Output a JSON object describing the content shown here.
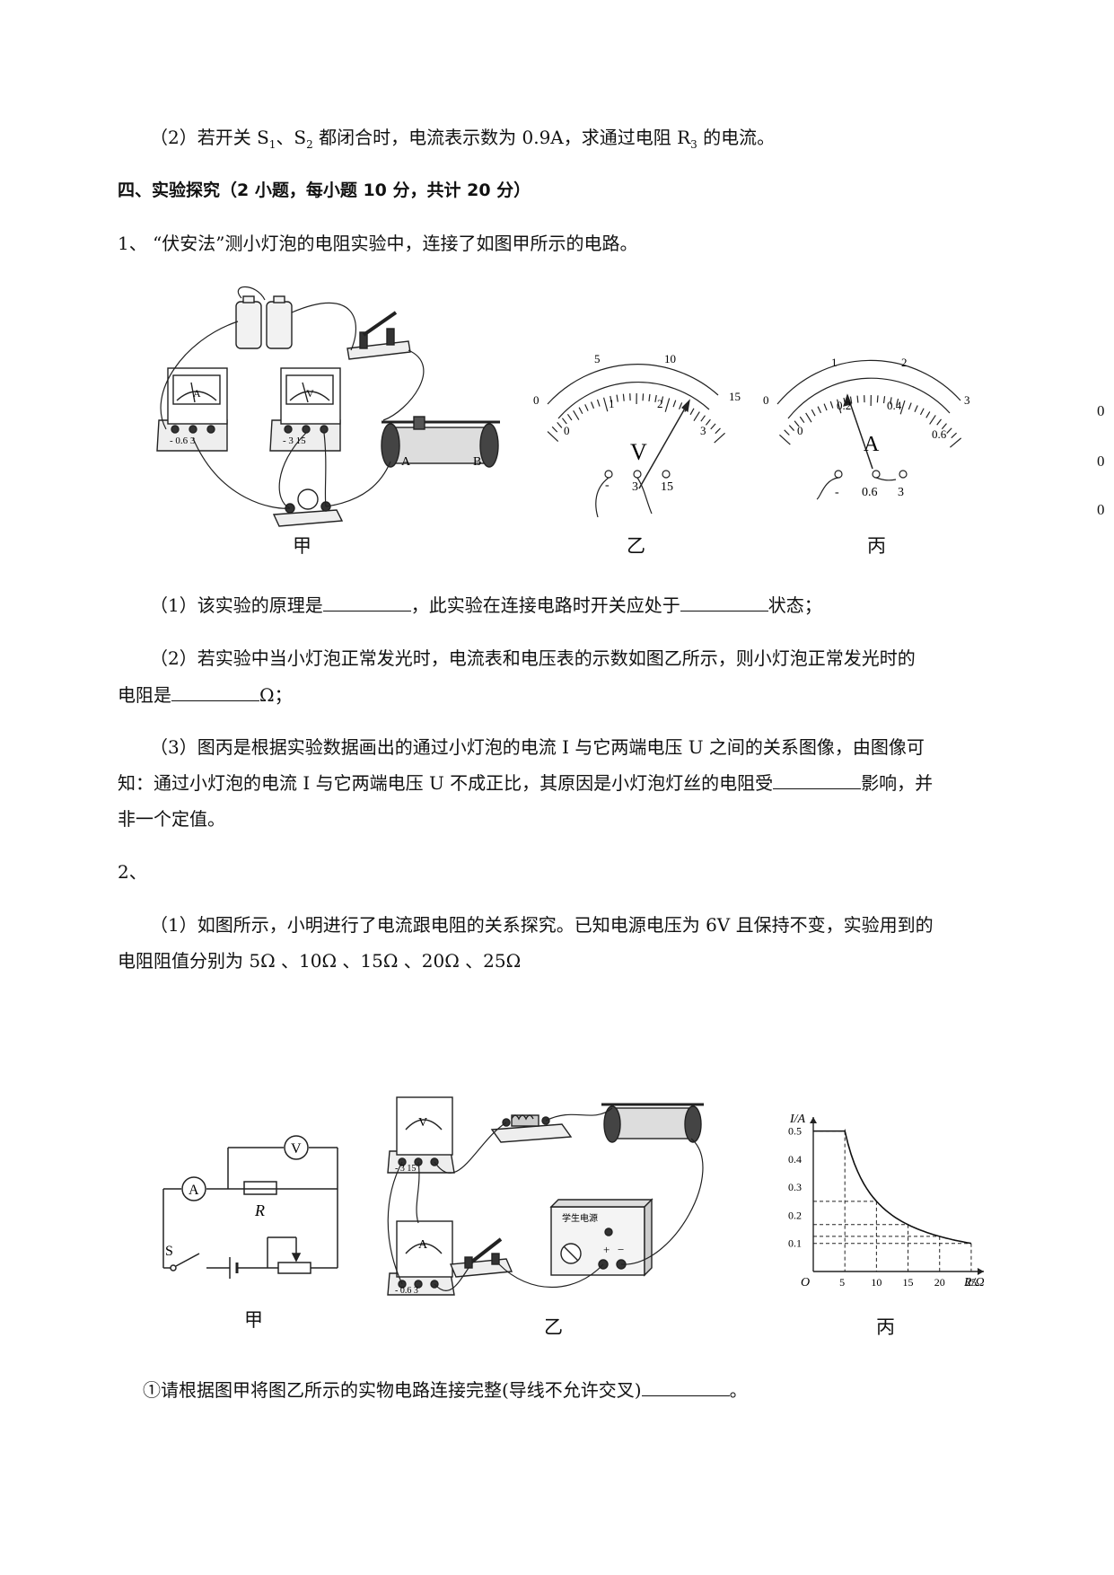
{
  "q3_2": {
    "pre": "（2）若开关 S",
    "s1": "1",
    "mid1": "、S",
    "s2": "2",
    "mid2": " 都闭合时，电流表示数为 0.9A，求通过电阻 R",
    "r3": "3",
    "post": " 的电流。"
  },
  "section": {
    "title": "四、实验探究（2 小题，每小题 10 分，共计 20 分）"
  },
  "q1": {
    "stem": "1、  “伏安法”测小灯泡的电阻实验中，连接了如图甲所示的电路。",
    "fig": {
      "cap_jia": "甲",
      "cap_yi": "乙",
      "cap_bing": "丙",
      "ammeter_letter": "A",
      "voltmeter_letter": "V",
      "ammeter_terminals": "- 0.6 3",
      "voltmeter_terminals": "- 3 15",
      "rheo_a": "A",
      "rheo_b": "B",
      "v_scale_top": [
        "0",
        "5",
        "10",
        "15"
      ],
      "v_scale_bottom": [
        "0",
        "1",
        "2",
        "3"
      ],
      "v_letter": "V",
      "v_terms": [
        "-",
        "3",
        "15"
      ],
      "a_scale_top": [
        "0",
        "1",
        "2",
        "3"
      ],
      "a_scale_bottom": [
        "0",
        "0.2",
        "0.4",
        "0.6"
      ],
      "a_letter": "A",
      "a_terms": [
        "-",
        "0.6",
        "3"
      ],
      "edge_marks": [
        "0",
        "0",
        "0"
      ]
    },
    "p1": {
      "a": "（1）该实验的原理是",
      "b": "，此实验在连接电路时开关应处于",
      "c": "状态；"
    },
    "p2": {
      "a": "（2）若实验中当小灯泡正常发光时，电流表和电压表的示数如图乙所示，则小灯泡正常发光时的",
      "b": "电阻是",
      "c": "Ω；"
    },
    "p3": {
      "a": "（3）图丙是根据实验数据画出的通过小灯泡的电流 I 与它两端电压 U 之间的关系图像，由图像可",
      "b": "知：通过小灯泡的电流 I 与它两端电压 U 不成正比，其原因是小灯泡灯丝的电阻受",
      "c": "影响，并",
      "d": "非一个定值。"
    }
  },
  "q2": {
    "num": "2、",
    "p1": {
      "a": "（1）如图所示，小明进行了电流跟电阻的关系探究。已知电源电压为 6V 且保持不变，实验用到的",
      "b": "电阻阻值分别为 5Ω 、10Ω 、15Ω 、20Ω 、25Ω"
    },
    "fig": {
      "cap_jia": "甲",
      "cap_yi": "乙",
      "cap_bing": "丙",
      "sch_a": "A",
      "sch_v": "V",
      "sch_r": "R",
      "sch_s": "S",
      "supply_label": "学生电源",
      "supply_plus": "+",
      "supply_minus": "−",
      "ammeter_letter": "A",
      "voltmeter_letter": "V",
      "ammeter_terms": "- 0.6 3",
      "voltmeter_terms": "- 3 15"
    },
    "item1": {
      "a": "①请根据图甲将图乙所示的实物电路连接完整(导线不允许交叉)",
      "b": "。"
    }
  },
  "chart_data": {
    "type": "line",
    "title": "",
    "xlabel": "R/Ω",
    "ylabel": "I/A",
    "origin_label": "O",
    "x_ticks": [
      "5",
      "10",
      "15",
      "20",
      "25"
    ],
    "y_ticks": [
      "0.1",
      "0.2",
      "0.3",
      "0.4",
      "0.5"
    ],
    "xlim": [
      0,
      27
    ],
    "ylim": [
      0,
      0.55
    ],
    "grid": "dashed guide lines to each point",
    "series": [
      {
        "x": [
          5,
          10,
          15,
          20,
          25
        ],
        "y": [
          0.5,
          0.25,
          0.167,
          0.125,
          0.1
        ]
      }
    ]
  }
}
